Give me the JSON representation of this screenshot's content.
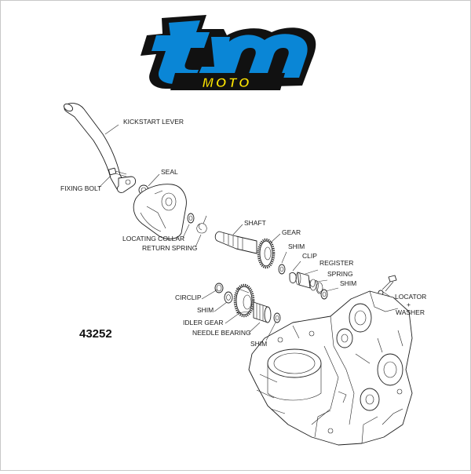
{
  "logo": {
    "brand": "tm",
    "sub": "MOTO",
    "colors": {
      "blue": "#0a86d6",
      "yellow": "#ffe600",
      "outline": "#111111"
    }
  },
  "part_number": "43252",
  "labels": {
    "kickstart_lever": "KICKSTART LEVER",
    "seal": "SEAL",
    "fixing_bolt": "FIXING BOLT",
    "locating_collar": "LOCATING COLLAR",
    "return_spring": "RETURN SPRING",
    "shaft": "SHAFT",
    "gear": "GEAR",
    "shim_1": "SHIM",
    "clip": "CLIP",
    "register": "REGISTER",
    "spring": "SPRING",
    "shim_2": "SHIM",
    "locator_1": "LOCATOR",
    "locator_2": "+",
    "locator_3": "WASHER",
    "circlip": "CIRCLIP",
    "shim_3": "SHIM",
    "idler_gear": "IDLER GEAR",
    "needle_bearing": "NEEDLE BEARING",
    "shim_4": "SHIM"
  }
}
